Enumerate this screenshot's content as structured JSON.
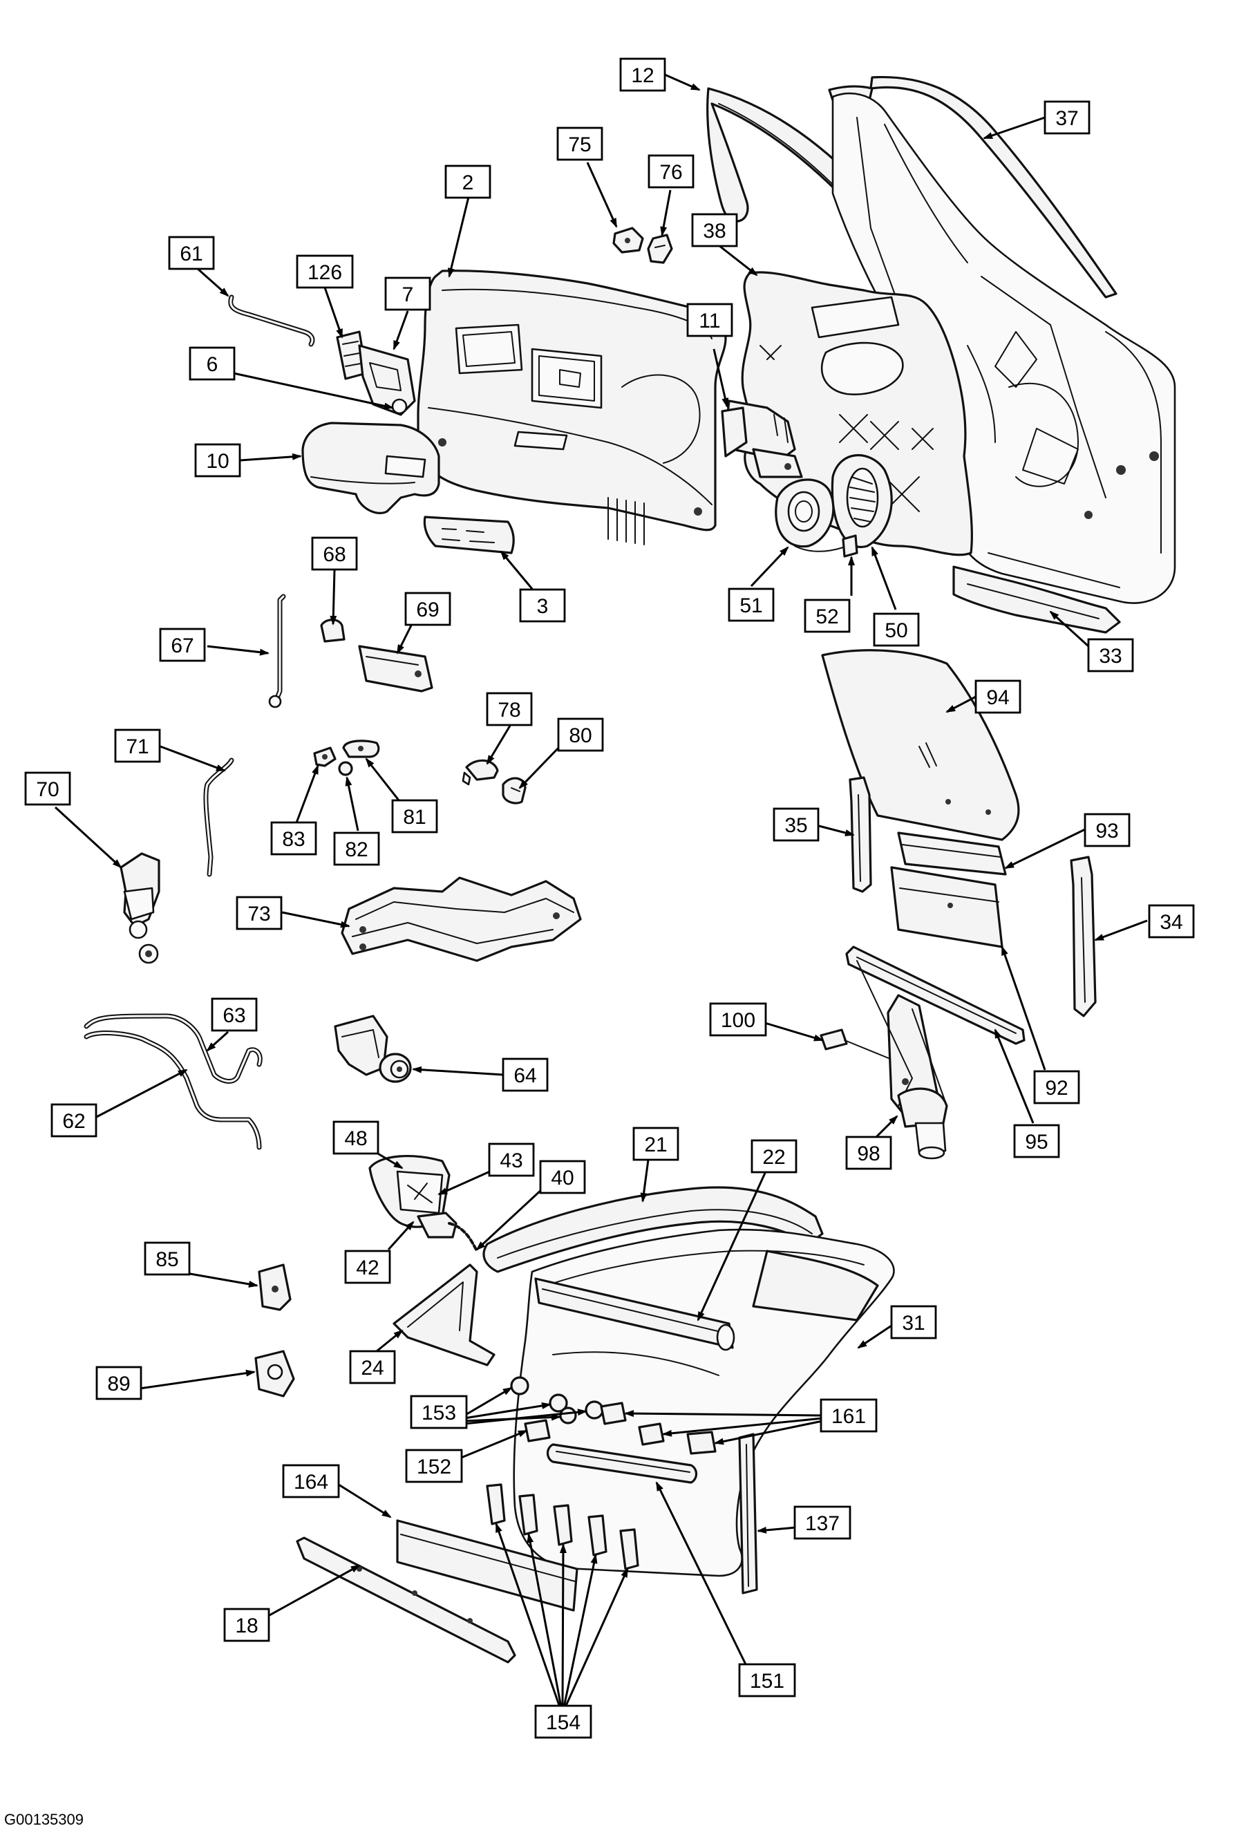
{
  "figure_id": "G00135309",
  "callouts": [
    {
      "id": "c12",
      "label": "12"
    },
    {
      "id": "c37",
      "label": "37"
    },
    {
      "id": "c75",
      "label": "75"
    },
    {
      "id": "c76",
      "label": "76"
    },
    {
      "id": "c2",
      "label": "2"
    },
    {
      "id": "c38",
      "label": "38"
    },
    {
      "id": "c61",
      "label": "61"
    },
    {
      "id": "c126",
      "label": "126"
    },
    {
      "id": "c7",
      "label": "7"
    },
    {
      "id": "c11",
      "label": "11"
    },
    {
      "id": "c6",
      "label": "6"
    },
    {
      "id": "c10",
      "label": "10"
    },
    {
      "id": "c68",
      "label": "68"
    },
    {
      "id": "c69",
      "label": "69"
    },
    {
      "id": "c3",
      "label": "3"
    },
    {
      "id": "c51",
      "label": "51"
    },
    {
      "id": "c52",
      "label": "52"
    },
    {
      "id": "c50",
      "label": "50"
    },
    {
      "id": "c33",
      "label": "33"
    },
    {
      "id": "c67",
      "label": "67"
    },
    {
      "id": "c94",
      "label": "94"
    },
    {
      "id": "c78",
      "label": "78"
    },
    {
      "id": "c80",
      "label": "80"
    },
    {
      "id": "c71",
      "label": "71"
    },
    {
      "id": "c70",
      "label": "70"
    },
    {
      "id": "c81",
      "label": "81"
    },
    {
      "id": "c83",
      "label": "83"
    },
    {
      "id": "c82",
      "label": "82"
    },
    {
      "id": "c35",
      "label": "35"
    },
    {
      "id": "c93",
      "label": "93"
    },
    {
      "id": "c34",
      "label": "34"
    },
    {
      "id": "c73",
      "label": "73"
    },
    {
      "id": "c63",
      "label": "63"
    },
    {
      "id": "c100",
      "label": "100"
    },
    {
      "id": "c64",
      "label": "64"
    },
    {
      "id": "c92",
      "label": "92"
    },
    {
      "id": "c62",
      "label": "62"
    },
    {
      "id": "c95",
      "label": "95"
    },
    {
      "id": "c98",
      "label": "98"
    },
    {
      "id": "c48",
      "label": "48"
    },
    {
      "id": "c21",
      "label": "21"
    },
    {
      "id": "c22",
      "label": "22"
    },
    {
      "id": "c43",
      "label": "43"
    },
    {
      "id": "c40",
      "label": "40"
    },
    {
      "id": "c42",
      "label": "42"
    },
    {
      "id": "c85",
      "label": "85"
    },
    {
      "id": "c31",
      "label": "31"
    },
    {
      "id": "c24",
      "label": "24"
    },
    {
      "id": "c89",
      "label": "89"
    },
    {
      "id": "c153",
      "label": "153"
    },
    {
      "id": "c161",
      "label": "161"
    },
    {
      "id": "c152",
      "label": "152"
    },
    {
      "id": "c164",
      "label": "164"
    },
    {
      "id": "c137",
      "label": "137"
    },
    {
      "id": "c18",
      "label": "18"
    },
    {
      "id": "c151",
      "label": "151"
    },
    {
      "id": "c154",
      "label": "154"
    }
  ]
}
